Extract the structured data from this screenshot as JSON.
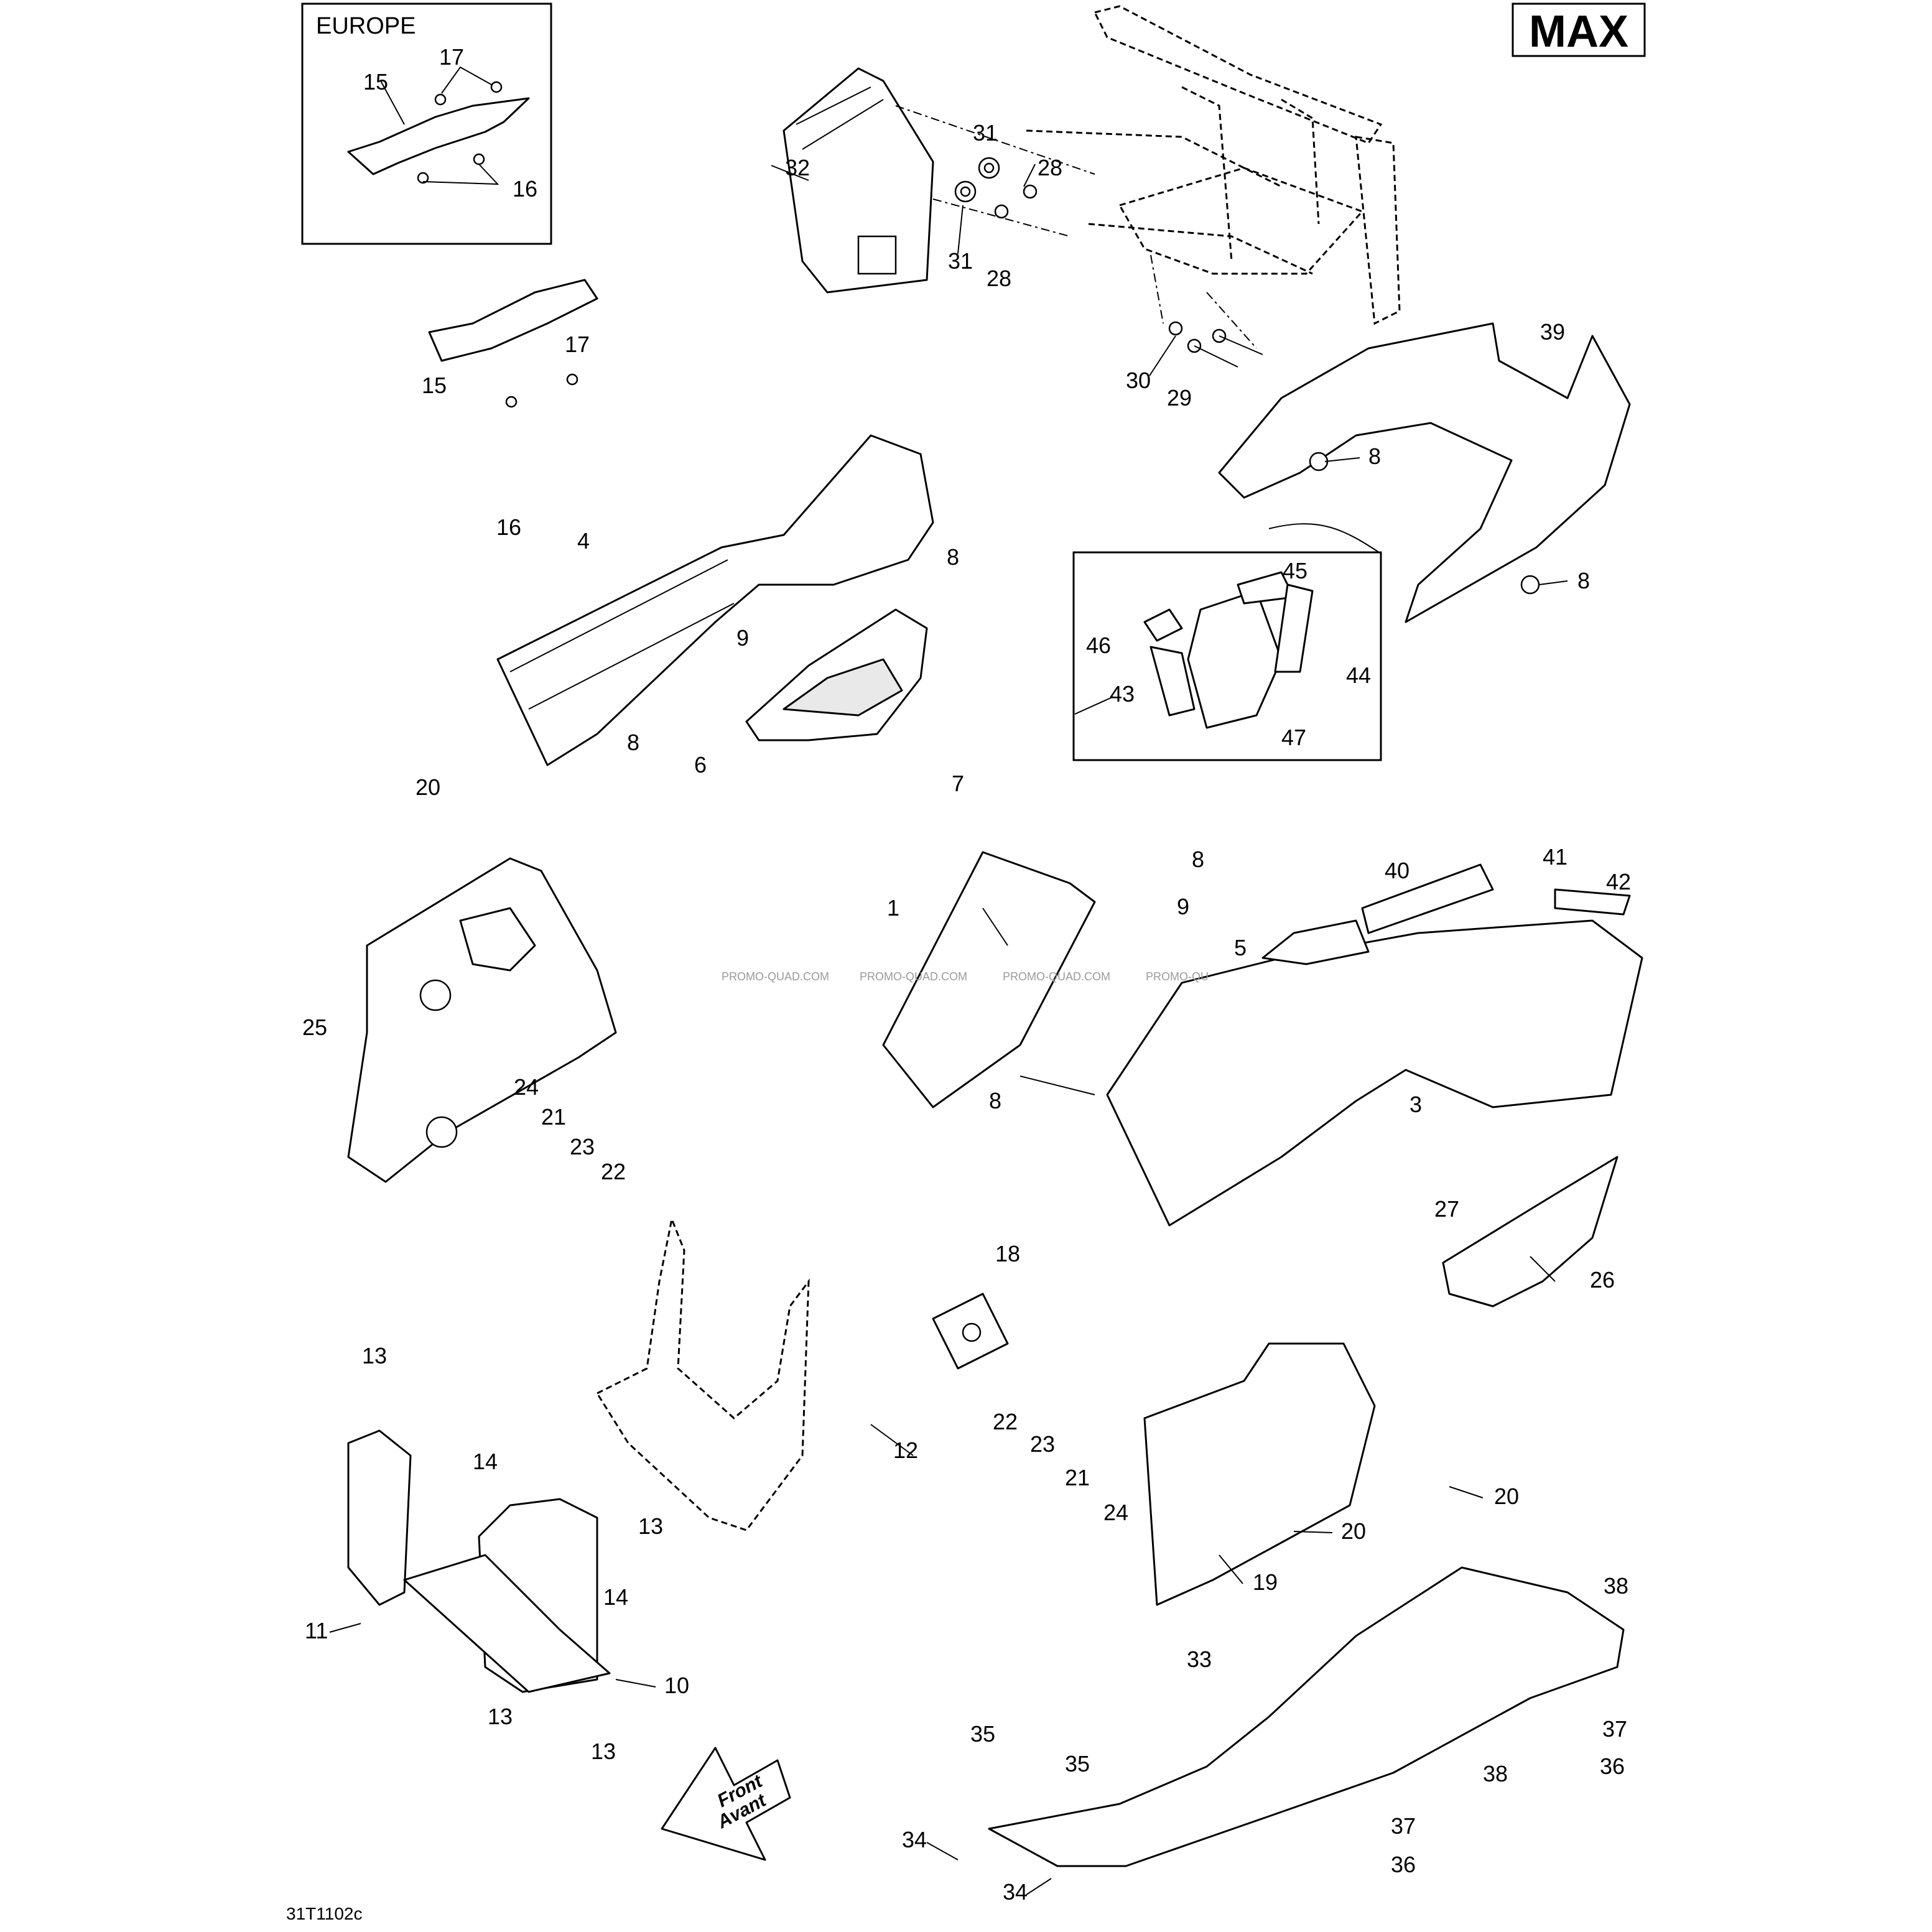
{
  "header": {
    "model_label": "MAX"
  },
  "inset_europe": {
    "title": "EUROPE",
    "callouts": [
      "15",
      "17",
      "16"
    ]
  },
  "inset_panel": {
    "callouts": [
      "45",
      "46",
      "43",
      "44",
      "47"
    ]
  },
  "watermark": {
    "segments": [
      "PROMO-QUAD.COM",
      "PROMO-QUAD.COM",
      "PROMO-QUAD.COM",
      "PROMO-QU"
    ]
  },
  "front_arrow": {
    "line1": "Front",
    "line2": "Avant"
  },
  "footer": {
    "drawing_code": "31T1102c"
  },
  "callouts": {
    "c32": "32",
    "c31a": "31",
    "c28a": "28",
    "c31b": "31",
    "c28b": "28",
    "c39": "39",
    "c30": "30",
    "c29": "29",
    "c8a": "8",
    "c8b": "8",
    "c17": "17",
    "c15": "15",
    "c16": "16",
    "c4": "4",
    "c8c": "8",
    "c9a": "9",
    "c8d": "8",
    "c6": "6",
    "c7": "7",
    "c20a": "20",
    "c25": "25",
    "c24a": "24",
    "c21a": "21",
    "c23a": "23",
    "c22a": "22",
    "c1": "1",
    "c8e": "8",
    "c9b": "9",
    "c5": "5",
    "c40": "40",
    "c41": "41",
    "c42": "42",
    "c8f": "8",
    "c3": "3",
    "c27": "27",
    "c26": "26",
    "c18": "18",
    "c13a": "13",
    "c14a": "14",
    "c12": "12",
    "c13b": "13",
    "c14b": "14",
    "c11": "11",
    "c10": "10",
    "c13c": "13",
    "c13d": "13",
    "c22b": "22",
    "c23b": "23",
    "c21b": "21",
    "c24b": "24",
    "c20b": "20",
    "c20c": "20",
    "c19": "19",
    "c38a": "38",
    "c33": "33",
    "c37a": "37",
    "c36a": "36",
    "c35a": "35",
    "c35b": "35",
    "c38b": "38",
    "c37b": "37",
    "c36b": "36",
    "c34a": "34",
    "c34b": "34"
  }
}
